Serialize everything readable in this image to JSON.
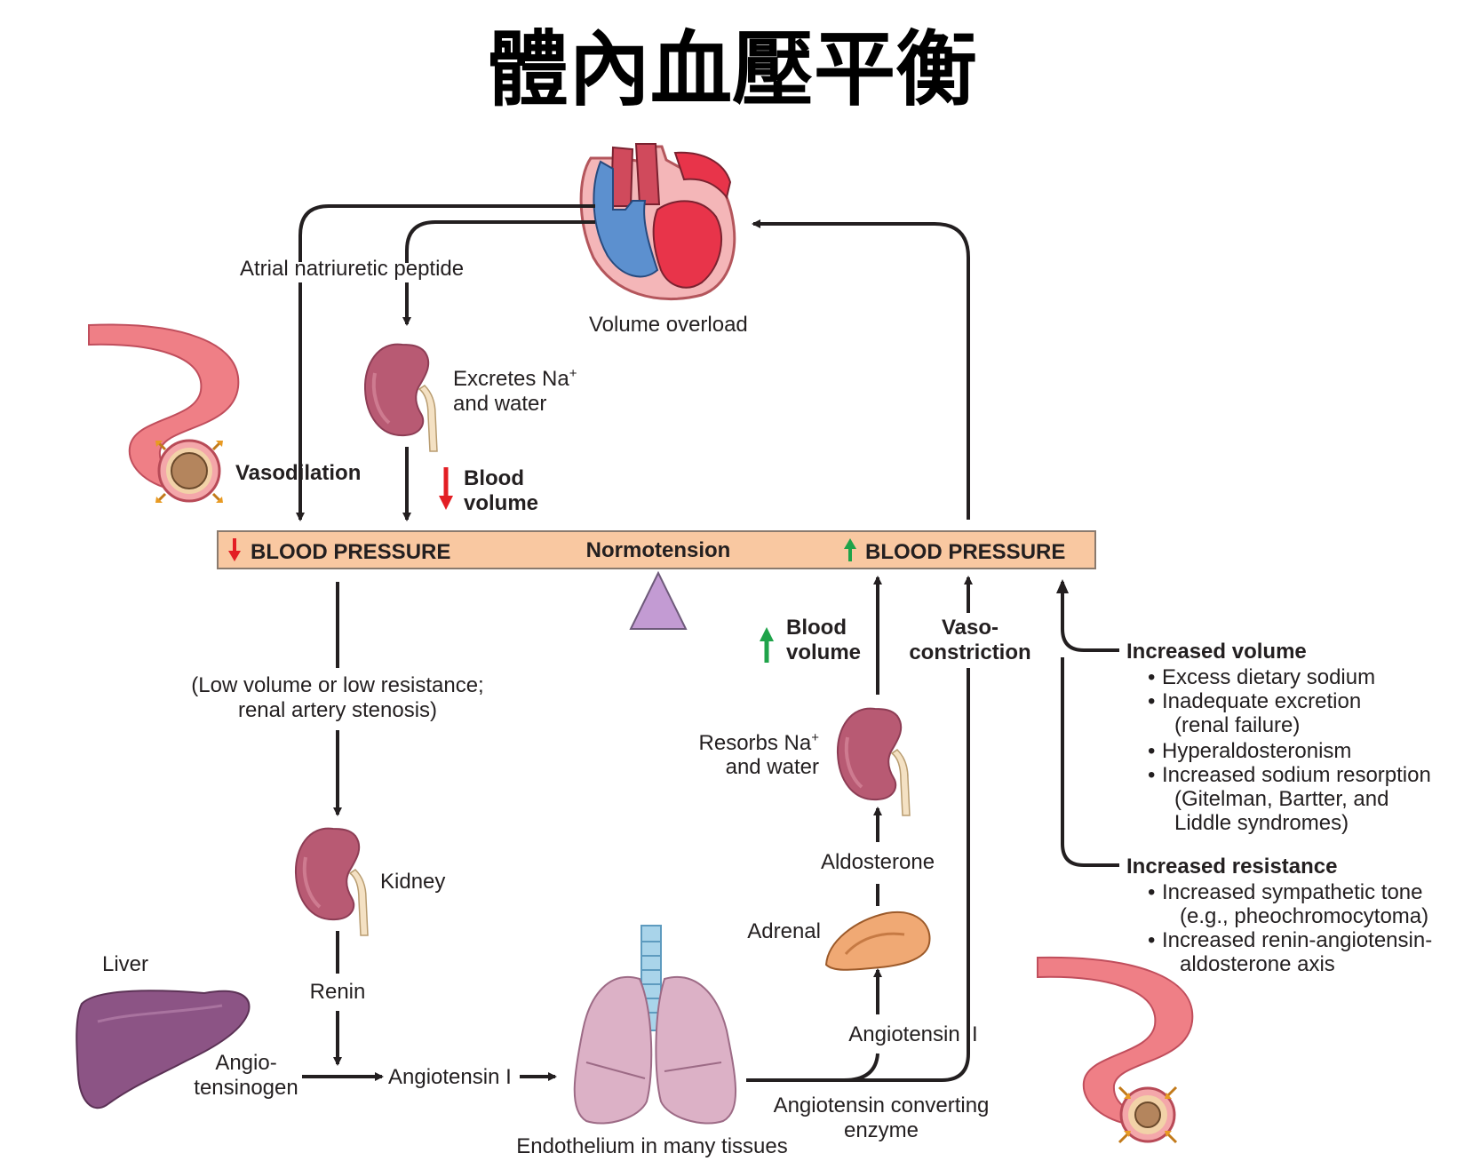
{
  "title": "體內血壓平衡",
  "bar": {
    "low": "BLOOD PRESSURE",
    "normal": "Normotension",
    "high": "BLOOD PRESSURE"
  },
  "top": {
    "anp": "Atrial natriuretic peptide",
    "volume_overload": "Volume overload",
    "excretes_l1": "Excretes Na",
    "excretes_sup": "+",
    "excretes_l2": "and water",
    "vasodilation": "Vasodilation",
    "blood_volume_l1": "Blood",
    "blood_volume_l2": "volume"
  },
  "left": {
    "low_l1": "(Low volume or low resistance;",
    "low_l2": "renal artery stenosis)",
    "kidney": "Kidney",
    "renin": "Renin",
    "liver": "Liver",
    "angio_l1": "Angio-",
    "angio_l2": "tensinogen",
    "angiotensin1": "Angiotensin I",
    "endothelium": "Endothelium in many tissues",
    "ace_l1": "Angiotensin converting",
    "ace_l2": "enzyme"
  },
  "right": {
    "blood_volume_l1": "Blood",
    "blood_volume_l2": "volume",
    "vaso_l1": "Vaso-",
    "vaso_l2": "constriction",
    "resorbs_l1": "Resorbs Na",
    "resorbs_sup": "+",
    "resorbs_l2": "and water",
    "aldosterone": "Aldosterone",
    "adrenal": "Adrenal",
    "angiotensin2": "Angiotensin II"
  },
  "causes": {
    "volume_head": "Increased volume",
    "volume_items": [
      "Excess dietary sodium",
      "Inadequate excretion",
      "(renal failure)",
      "Hyperaldosteronism",
      "Increased sodium resorption",
      "(Gitelman, Bartter, and",
      "Liddle syndromes)"
    ],
    "resistance_head": "Increased resistance",
    "resistance_items": [
      "Increased sympathetic tone",
      "(e.g., pheochromocytoma)",
      "Increased renin-angiotensin-",
      "aldosterone axis"
    ],
    "bullet": "•"
  },
  "colors": {
    "bar_fill": "#f9c8a1",
    "arrow_down_red": "#e31e24",
    "arrow_up_green": "#1fa34a",
    "triangle": "#c39bd3",
    "kidney": "#b85a73",
    "vessel": "#ef7f86",
    "heart_red": "#e8344a",
    "heart_blue": "#5c90cf",
    "liver": "#8c5485",
    "lung": "#dcb1c6",
    "adrenal": "#f0a974",
    "line": "#231f20"
  },
  "icons": [
    "heart-icon",
    "kidney-icon",
    "blood-vessel-icon",
    "liver-icon",
    "lungs-icon",
    "adrenal-gland-icon"
  ]
}
